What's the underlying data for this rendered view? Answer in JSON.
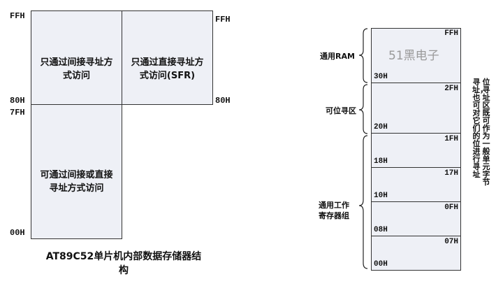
{
  "left_diagram": {
    "indirect_upper_label": "只通过间接寻址方式访问",
    "direct_sfr_label": "只通过直接寻址方式访问(SFR)",
    "lower_label": "可通过间接或直接寻址方式访问",
    "addr_ffh_left": "FFH",
    "addr_ffh_right": "FFH",
    "addr_80h_left": "80H",
    "addr_80h_right": "80H",
    "addr_7fh": "7FH",
    "addr_00h": "00H",
    "caption": "AT89C52单片机内部数据存储器结构"
  },
  "right_diagram": {
    "watermark": "51黑电子",
    "groups": {
      "ram": "通用RAM",
      "bit": "可位寻区",
      "reg_line1": "通用工作",
      "reg_line2": "寄存器组"
    },
    "cells": [
      {
        "top": "FFH",
        "bottom": "30H"
      },
      {
        "top": "2FH",
        "bottom": "20H"
      },
      {
        "top": "1FH",
        "bottom": "18H"
      },
      {
        "top": "17H",
        "bottom": "10H"
      },
      {
        "top": "0FH",
        "bottom": "08H"
      },
      {
        "top": "07H",
        "bottom": "00H"
      }
    ],
    "side_col1": "位寻址区既可作为一般单元字节",
    "side_col2": "寻址，也可对它们的位进行寻址"
  }
}
